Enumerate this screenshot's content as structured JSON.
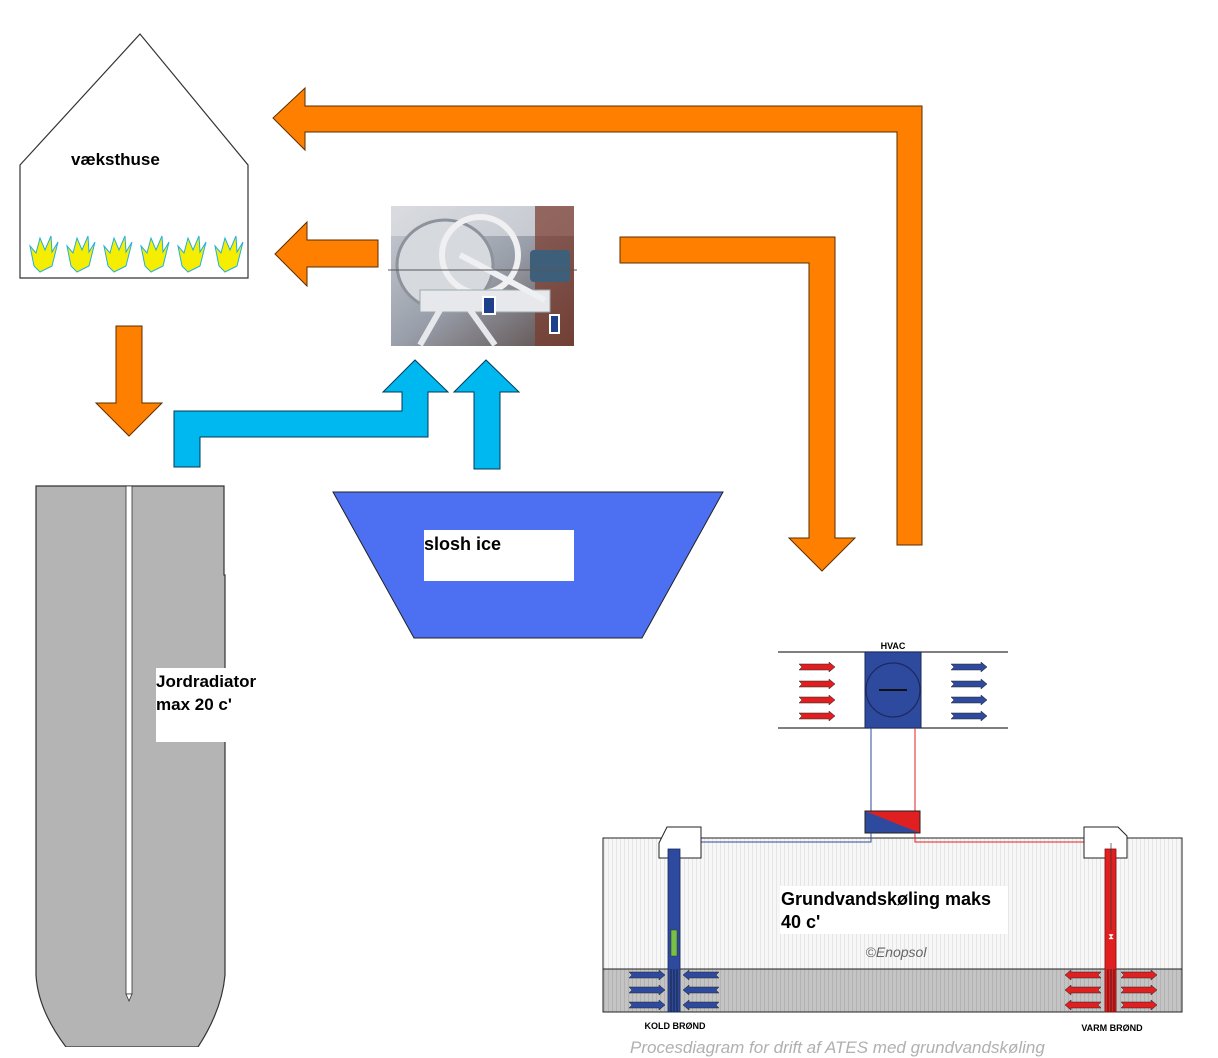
{
  "diagram": {
    "greenhouse": {
      "label": "væksthuse",
      "plant_count": 6
    },
    "ice_machine": {
      "label": ""
    },
    "slosh_ice": {
      "label": "slosh ice"
    },
    "ground_radiator": {
      "label_line1": "Jordradiator",
      "label_line2": "max 20 c'"
    },
    "hvac": {
      "label": "HVAC"
    },
    "groundwater": {
      "label_line1": "Grundvandskøling maks",
      "label_line2": "40 c'",
      "copyright": "©Enopsol",
      "cold_well": "KOLD BRØND",
      "warm_well": "VARM BRØND"
    },
    "caption": "Procesdiagram for drift af ATES med grundvandskøling",
    "colors": {
      "orange": "#ff8000",
      "cyan": "#00b8f0",
      "ice_blue": "#4d6ff2",
      "gray": "#b4b4b4",
      "hvac_blue": "#2e4a9e",
      "red": "#e02020",
      "plant_yellow": "#f5ee00"
    }
  }
}
